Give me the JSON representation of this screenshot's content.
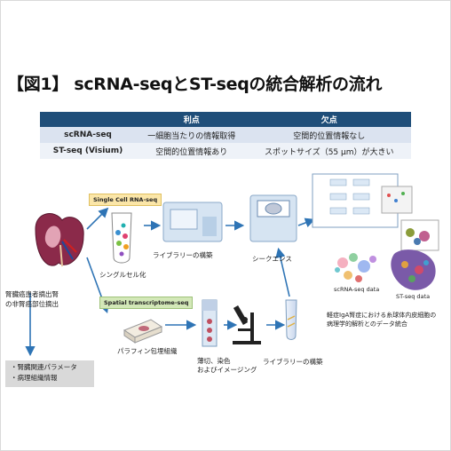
{
  "title": "【図1】 scRNA-seqとST-seqの統合解析の流れ",
  "table": {
    "headers": [
      "",
      "利点",
      "欠点"
    ],
    "rows": [
      [
        "scRNA-seq",
        "一細胞当たりの情報取得",
        "空間的位置情報なし"
      ],
      [
        "ST-seq (Visium)",
        "空間的位置情報あり",
        "スポットサイズ（55 μm）が大きい"
      ]
    ]
  },
  "labels": {
    "kidney": "腎臓癌患者摘出腎\nの非腎癌部位摘出",
    "single_cell_tag": "Single Cell RNA-seq",
    "spatial_tag": "Spatial transcriptome-seq",
    "single_cell": "シングルセル化",
    "library_top": "ライブラリーの構築",
    "sequence": "シークエンス",
    "paraffin": "パラフィン包埋組織",
    "section": "薄切、染色\nおよびイメージング",
    "library_bottom": "ライブラリーの構築",
    "scrna_data": "scRNA-seq  data",
    "stseq_data": "ST-seq  data",
    "integration": "軽症IgA腎症における糸球体内皮細胞の\n病理学的解析とのデータ統合"
  },
  "info_items": [
    "・腎臓関連パラメータ",
    "・病理組織情報"
  ],
  "colors": {
    "header_bg": "#1f4e79",
    "row1_bg": "#dbe3f0",
    "row2_bg": "#eef2f8",
    "arrow": "#2e74b5",
    "sc_tag": "#fbe6a8",
    "st_tag": "#d3e8b8",
    "info_bg": "#d9d9d9"
  }
}
